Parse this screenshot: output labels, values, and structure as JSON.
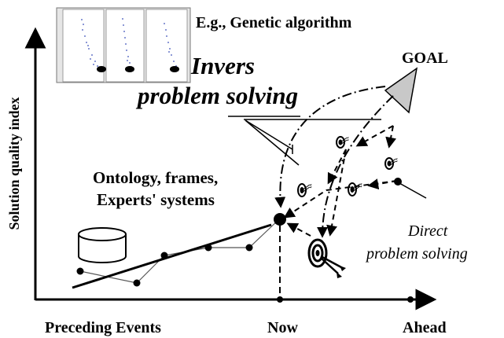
{
  "labels": {
    "example": "E.g., Genetic algorithm",
    "goal": "GOAL",
    "inverse_line1": "Invers",
    "inverse_line2": "problem solving",
    "knowledge_line1": "Ontology, frames,",
    "knowledge_line2": "Experts' systems",
    "direct_line1": "Direct",
    "direct_line2": "problem solving",
    "y_axis": "Solution quality index",
    "x_preceding": "Preceding Events",
    "x_now": "Now",
    "x_ahead": "Ahead"
  },
  "colors": {
    "ink": "#000000",
    "goal_fill": "#c8c8c8",
    "thumb_bg": "#e6e6e6",
    "thumb_dots": "#3a4fb8"
  },
  "icons": [
    "database-icon",
    "target-icon",
    "goal-triangle-icon",
    "ga-thumbnail-icon"
  ]
}
